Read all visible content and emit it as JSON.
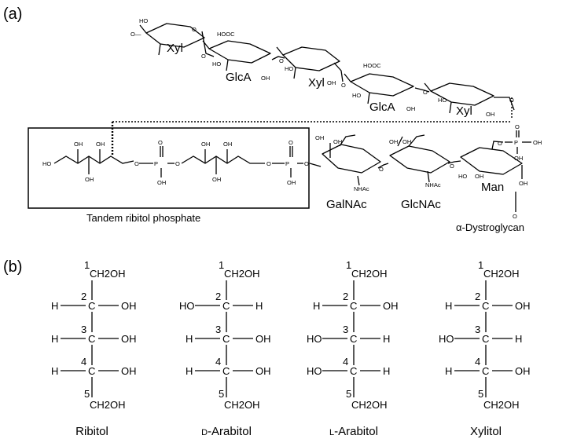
{
  "panel_a": {
    "label": "(a)",
    "sugars": {
      "xyl_1": "Xyl",
      "glca_1": "GlcA",
      "xyl_2": "Xyl",
      "glca_2": "GlcA",
      "xyl_3": "Xyl",
      "galnac": "GalNAc",
      "glcnac": "GlcNAc",
      "man": "Man"
    },
    "box_caption": "Tandem ribitol phosphate",
    "protein_label": "α-Dystroglycan",
    "atoms": {
      "oh": "OH",
      "ho": "HO",
      "o": "O",
      "p": "P",
      "hooc": "HOOC",
      "nhac": "NHAc",
      "methoxy": "O—"
    }
  },
  "panel_b": {
    "label": "(b)",
    "structures": [
      {
        "name_prefix": "",
        "name": "Ribitol",
        "c2": [
          "H",
          "OH"
        ],
        "c3": [
          "H",
          "OH"
        ],
        "c4": [
          "H",
          "OH"
        ]
      },
      {
        "name_prefix": "D",
        "name": "-Arabitol",
        "c2": [
          "HO",
          "H"
        ],
        "c3": [
          "H",
          "OH"
        ],
        "c4": [
          "H",
          "OH"
        ]
      },
      {
        "name_prefix": "L",
        "name": "-Arabitol",
        "c2": [
          "H",
          "OH"
        ],
        "c3": [
          "HO",
          "H"
        ],
        "c4": [
          "HO",
          "H"
        ]
      },
      {
        "name_prefix": "",
        "name": "Xylitol",
        "c2": [
          "H",
          "OH"
        ],
        "c3": [
          "HO",
          "H"
        ],
        "c4": [
          "H",
          "OH"
        ]
      }
    ],
    "carbon": "C",
    "ch2oh": "CH2OH",
    "numbers": [
      "1",
      "2",
      "3",
      "4",
      "5"
    ]
  }
}
